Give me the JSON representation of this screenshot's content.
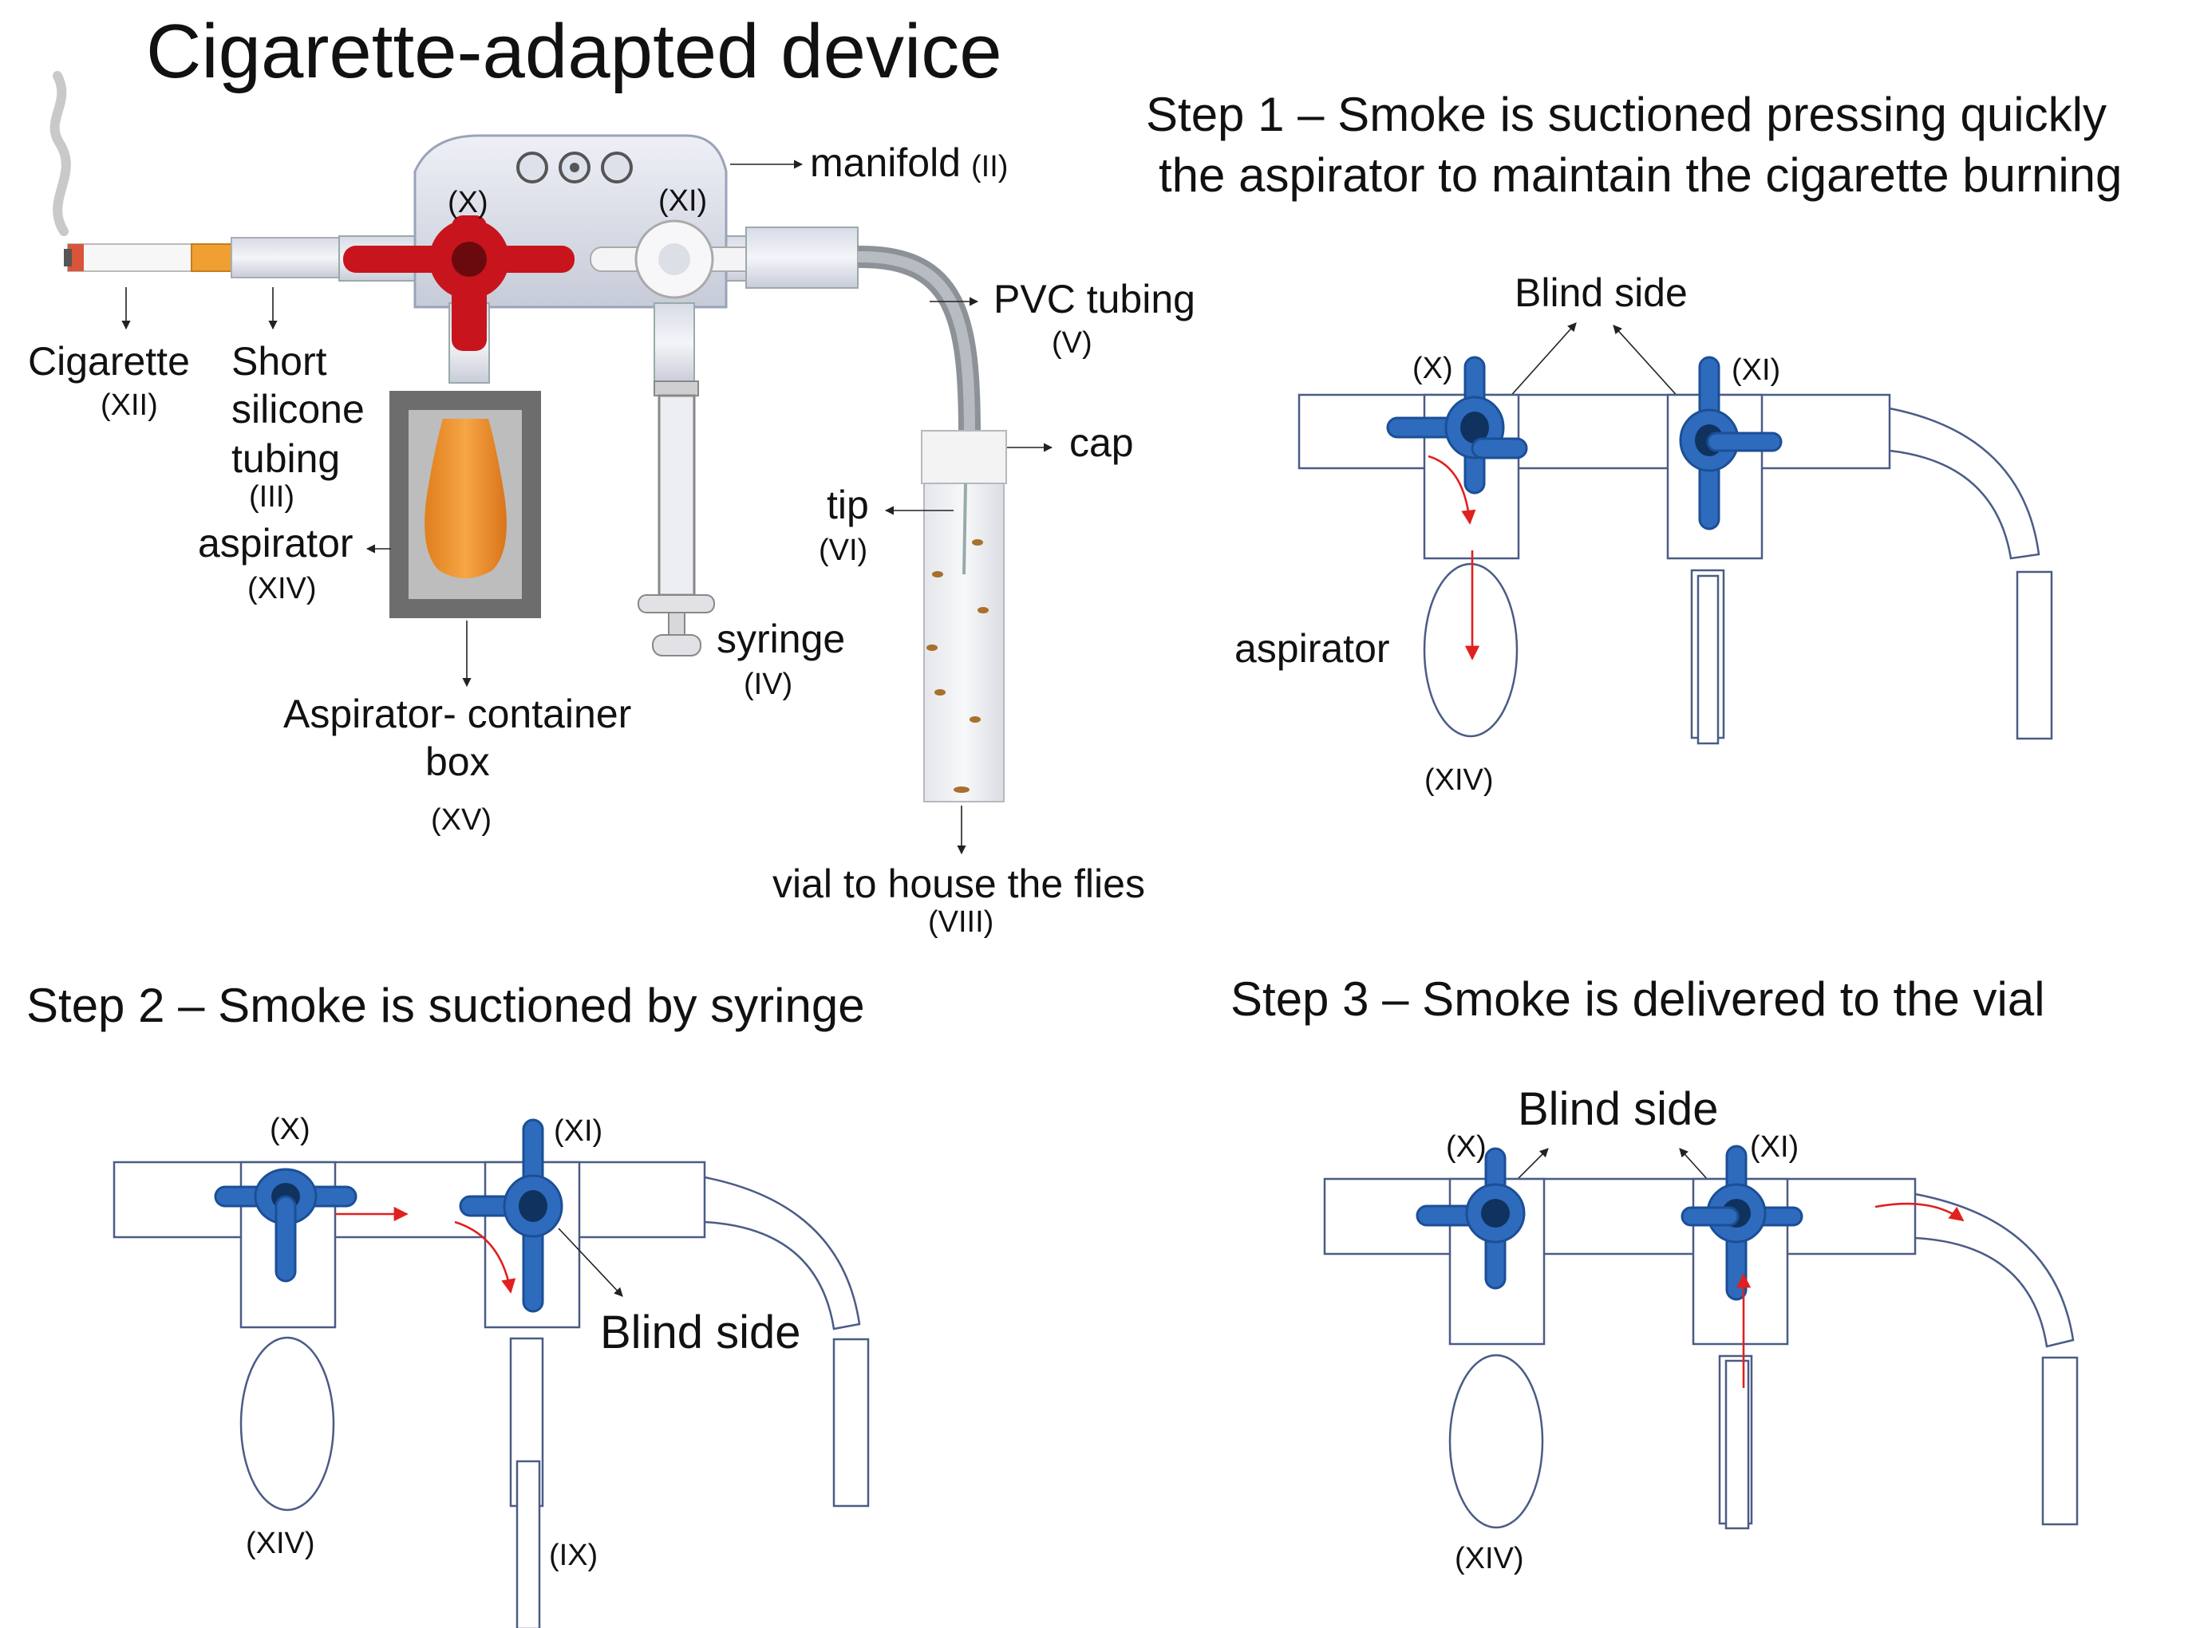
{
  "title": "Cigarette-adapted device",
  "device_labels": {
    "manifold": "manifold",
    "manifold_num": "(II)",
    "valve_x": "(X)",
    "valve_xi": "(XI)",
    "pvc": "PVC tubing",
    "pvc_num": "(V)",
    "cap": "cap",
    "tip": "tip",
    "tip_num": "(VI)",
    "cigarette": "Cigarette",
    "cigarette_num": "(XII)",
    "short1": "Short",
    "short2": "silicone",
    "short3": "tubing",
    "short_num": "(III)",
    "aspirator": "aspirator",
    "aspirator_num": "(XIV)",
    "syringe": "syringe",
    "syringe_num": "(IV)",
    "box1": "Aspirator- container",
    "box2": "box",
    "box_num": "(XV)",
    "vial": "vial to house the flies",
    "vial_num": "(VIII)"
  },
  "step1": {
    "title_line1": "Step 1 – Smoke is suctioned  pressing quickly",
    "title_line2": "the aspirator to maintain the cigarette burning",
    "blind": "Blind side",
    "x": "(X)",
    "xi": "(XI)",
    "aspirator": "aspirator",
    "xiv": "(XIV)"
  },
  "step2": {
    "title": "Step 2 – Smoke is suctioned by syringe",
    "x": "(X)",
    "xi": "(XI)",
    "blind": "Blind side",
    "xiv": "(XIV)",
    "ix": "(IX)"
  },
  "step3": {
    "title": "Step 3 – Smoke is delivered to the vial",
    "blind": "Blind side",
    "x": "(X)",
    "xi": "(XI)",
    "xiv": "(XIV)"
  },
  "colors": {
    "valve_blue": "#2e6bbd",
    "valve_red": "#c8141c",
    "flow_arrow": "#e0211f",
    "outline": "#4a5c86",
    "aspirator_orange": "#f0982e"
  }
}
